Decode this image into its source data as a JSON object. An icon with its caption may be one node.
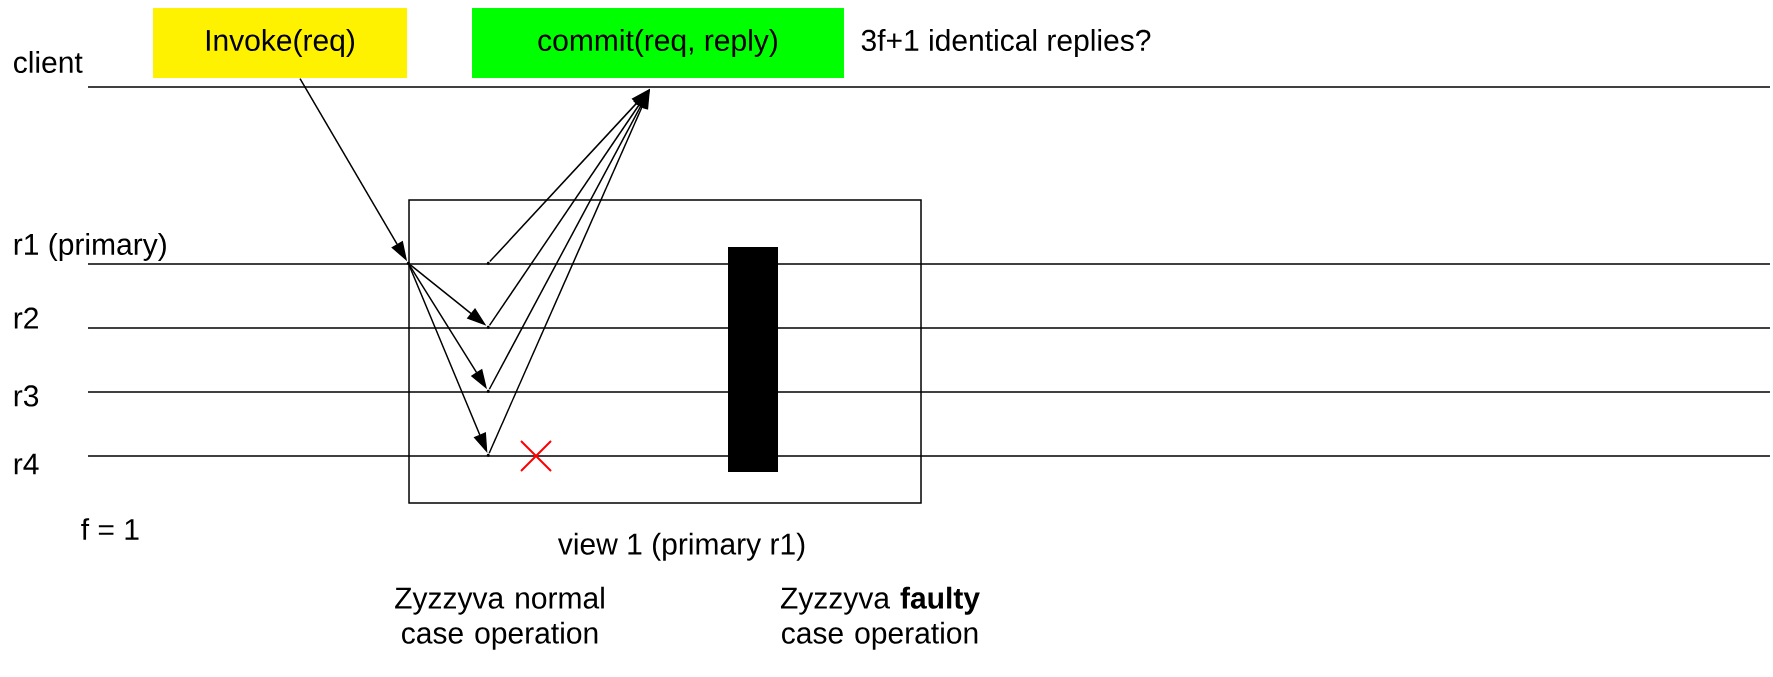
{
  "diagram": {
    "nodes": [
      {
        "text": [
          "Invoke(req)"
        ]
      },
      {
        "text": [
          "commit(req, reply)"
        ],
        "beside": [
          "3f+1 identical replies?"
        ]
      },
      {
        "text": [
          "view 1 (primary r1)"
        ]
      },
      {
        "text": [],
        "shape": "point",
        "in": 2
      },
      {
        "text": [],
        "shape": "point",
        "in": 2
      },
      {
        "text": [],
        "shape": "point",
        "in": 2
      },
      {
        "text": [],
        "shape": "point",
        "in": 2
      },
      {
        "text": [],
        "shape": "point",
        "in": 2
      },
      {
        "text": [],
        "shape": "bar",
        "in": 2
      }
    ],
    "edges": [
      {
        "from": 0,
        "to": 3,
        "arrow": "to"
      },
      {
        "from": 3,
        "to": 5,
        "arrow": "to"
      },
      {
        "from": 3,
        "to": 6,
        "arrow": "to"
      },
      {
        "from": 3,
        "to": 7,
        "arrow": "to"
      },
      {
        "from": 4,
        "to": 1,
        "arrow": "to"
      },
      {
        "from": 5,
        "to": 1,
        "arrow": "to"
      },
      {
        "from": 6,
        "to": 1,
        "arrow": "to"
      },
      {
        "from": 7,
        "to": 1,
        "arrow": "to"
      }
    ],
    "labels": [
      "client",
      "r1 (primary)",
      "r2",
      "r3",
      "r4",
      "f = 1",
      "Zyzzyva normal case operation",
      "Zyzzyva **faulty** case operation"
    ]
  }
}
